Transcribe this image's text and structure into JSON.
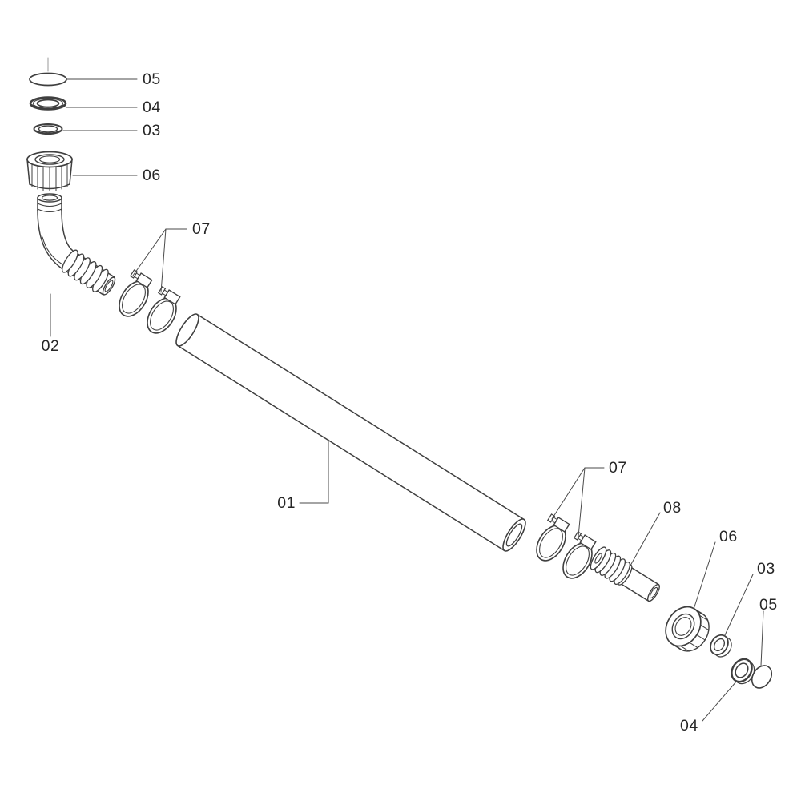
{
  "colors": {
    "background": "#ffffff",
    "line": "#3f3f3f",
    "leader": "#4a4a4a",
    "label": "#262626"
  },
  "callouts": {
    "c05_top": "05",
    "c04_top": "04",
    "c03_top": "03",
    "c06_top": "06",
    "c07_top": "07",
    "c02": "02",
    "c01": "01",
    "c07_bottom": "07",
    "c08": "08",
    "c06_bottom": "06",
    "c03_bottom": "03",
    "c05_bottom": "05",
    "c04_bottom": "04"
  }
}
